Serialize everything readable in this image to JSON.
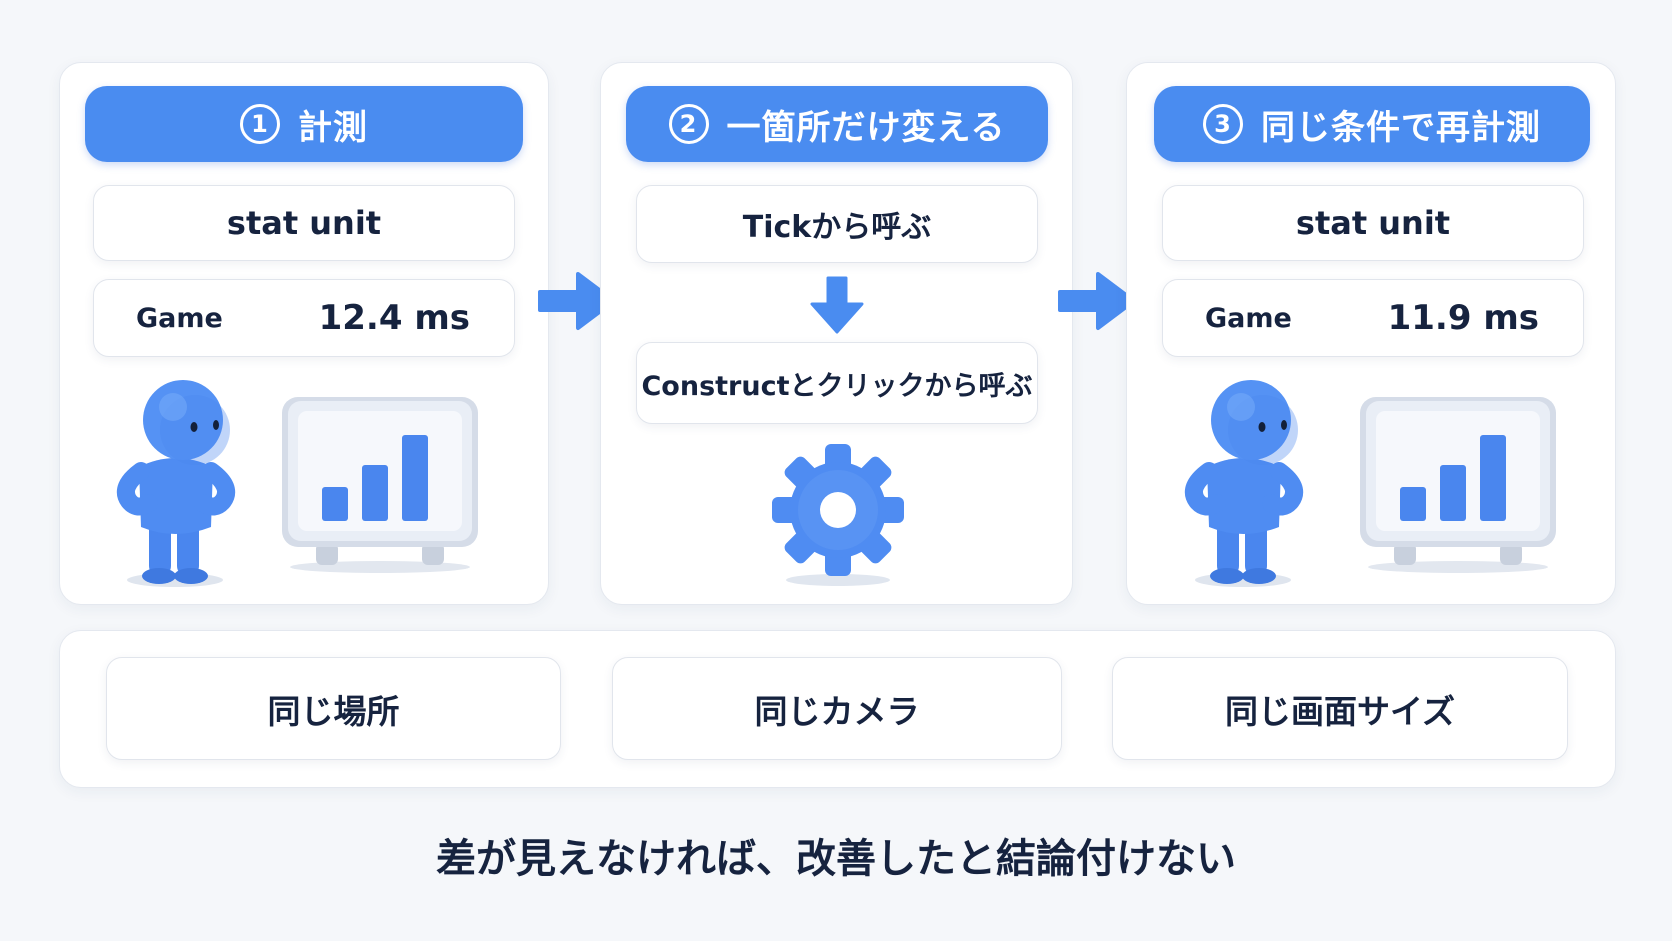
{
  "steps": [
    {
      "number": "1",
      "title": "計測",
      "command": "stat unit",
      "metric_label": "Game",
      "metric_value": "12.4 ms"
    },
    {
      "number": "2",
      "title": "一箇所だけ変える",
      "change_from": "Tickから呼ぶ",
      "change_to": "Constructとクリックから呼ぶ"
    },
    {
      "number": "3",
      "title": "同じ条件で再計測",
      "command": "stat unit",
      "metric_label": "Game",
      "metric_value": "11.9 ms"
    }
  ],
  "conditions": [
    "同じ場所",
    "同じカメラ",
    "同じ画面サイズ"
  ],
  "conclusion": "差が見えなければ、改善したと結論付けない",
  "icons": {
    "character": "blue-figure-icon",
    "monitor": "bar-chart-monitor-icon",
    "gear": "gear-icon",
    "arrow_right": "arrow-right-icon",
    "arrow_down": "arrow-down-icon"
  },
  "colors": {
    "accent": "#4a8cf0",
    "text": "#16233f",
    "background": "#f5f7fa"
  }
}
